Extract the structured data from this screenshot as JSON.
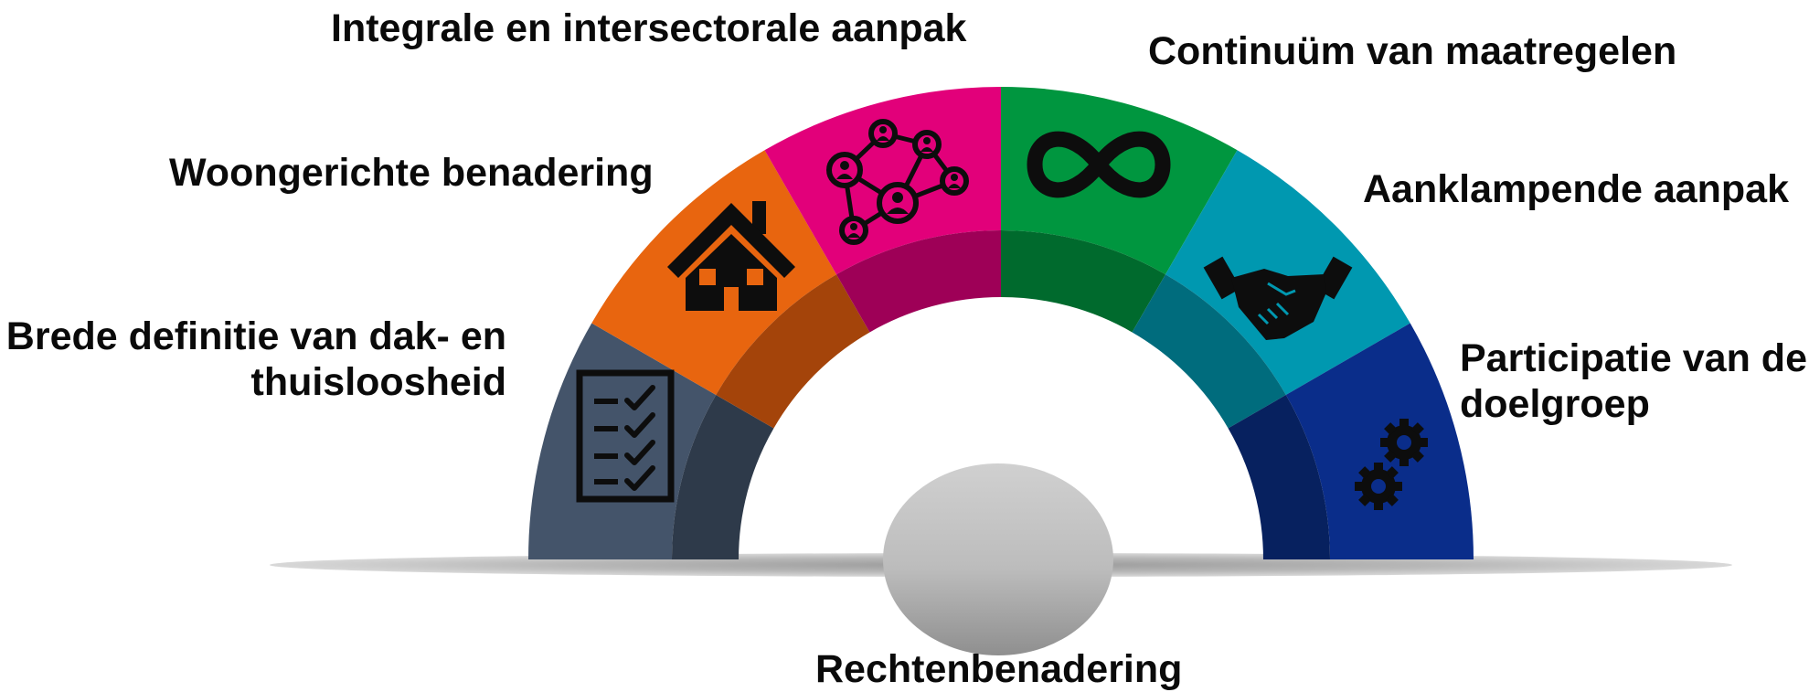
{
  "segments": [
    {
      "id": "brede-definitie",
      "lines": [
        "Brede definitie van dak- en",
        "thuisloosheid"
      ],
      "color": "#44546a",
      "inner_color": "#2e3a4a",
      "icon": "checklist-icon"
    },
    {
      "id": "woongerichte",
      "lines": [
        "Woongerichte benadering"
      ],
      "color": "#e8650f",
      "inner_color": "#a4440a",
      "icon": "house-icon"
    },
    {
      "id": "integrale",
      "lines": [
        "Integrale en intersectorale aanpak"
      ],
      "color": "#e2007a",
      "inner_color": "#9e0057",
      "icon": "network-icon"
    },
    {
      "id": "continuum",
      "lines": [
        "Continuüm van maatregelen"
      ],
      "color": "#00963f",
      "inner_color": "#006a2d",
      "icon": "infinity-icon"
    },
    {
      "id": "aanklampende",
      "lines": [
        "Aanklampende aanpak"
      ],
      "color": "#0098b0",
      "inner_color": "#006c7d",
      "icon": "handshake-icon"
    },
    {
      "id": "participatie",
      "lines": [
        "Participatie van de",
        "doelgroep"
      ],
      "color": "#0a2d8a",
      "inner_color": "#07215f",
      "icon": "gears-icon"
    }
  ],
  "center": {
    "label": "Rechtenbenadering"
  }
}
